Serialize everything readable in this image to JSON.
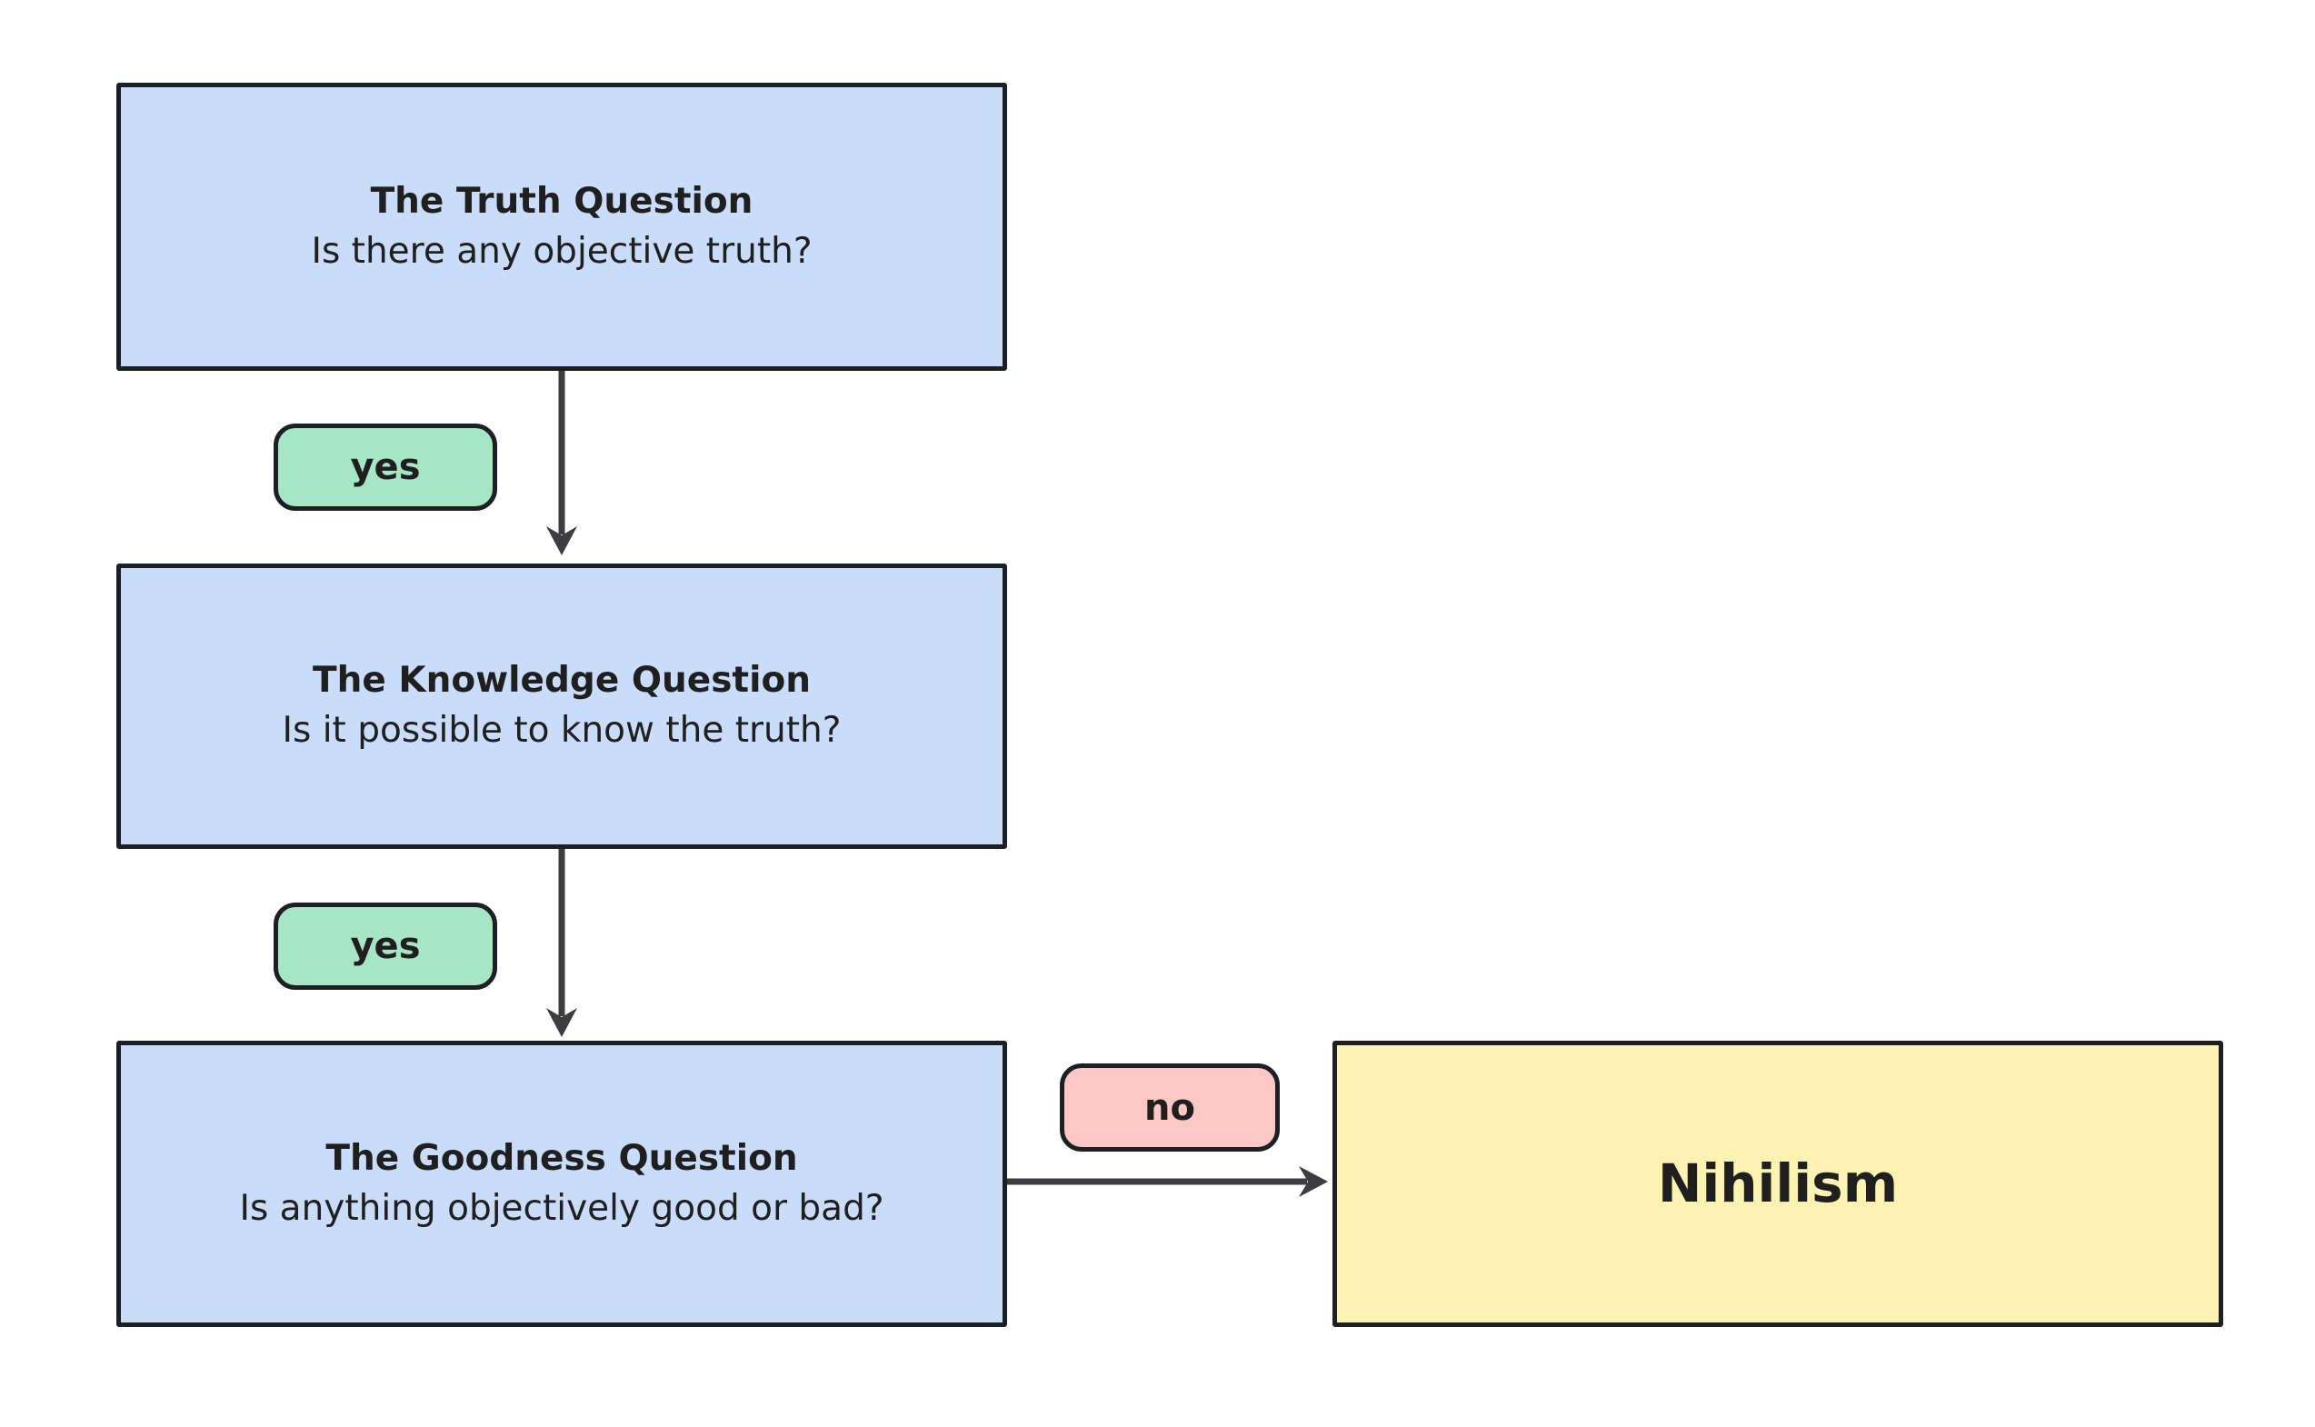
{
  "colors": {
    "background": "#ffffff",
    "node-blue": "#c9dcf9",
    "node-yellow": "#fcf3b2",
    "badge-green": "#a7e6c4",
    "badge-pink": "#fdc7c5",
    "border": "#1c1f24",
    "arrow": "#3d3d40",
    "text": "#1f1f1f"
  },
  "diagram": {
    "nodes": {
      "truth": {
        "title": "The Truth Question",
        "subtitle": "Is there any objective truth?"
      },
      "knowledge": {
        "title": "The Knowledge Question",
        "subtitle": "Is it possible to know the truth?"
      },
      "goodness": {
        "title": "The Goodness Question",
        "subtitle": "Is anything objectively good or bad?"
      },
      "nihilism": {
        "title": "Nihilism"
      }
    },
    "edges": {
      "truth_to_knowledge": {
        "label": "yes"
      },
      "knowledge_to_goodness": {
        "label": "yes"
      },
      "goodness_to_nihilism": {
        "label": "no"
      }
    }
  }
}
